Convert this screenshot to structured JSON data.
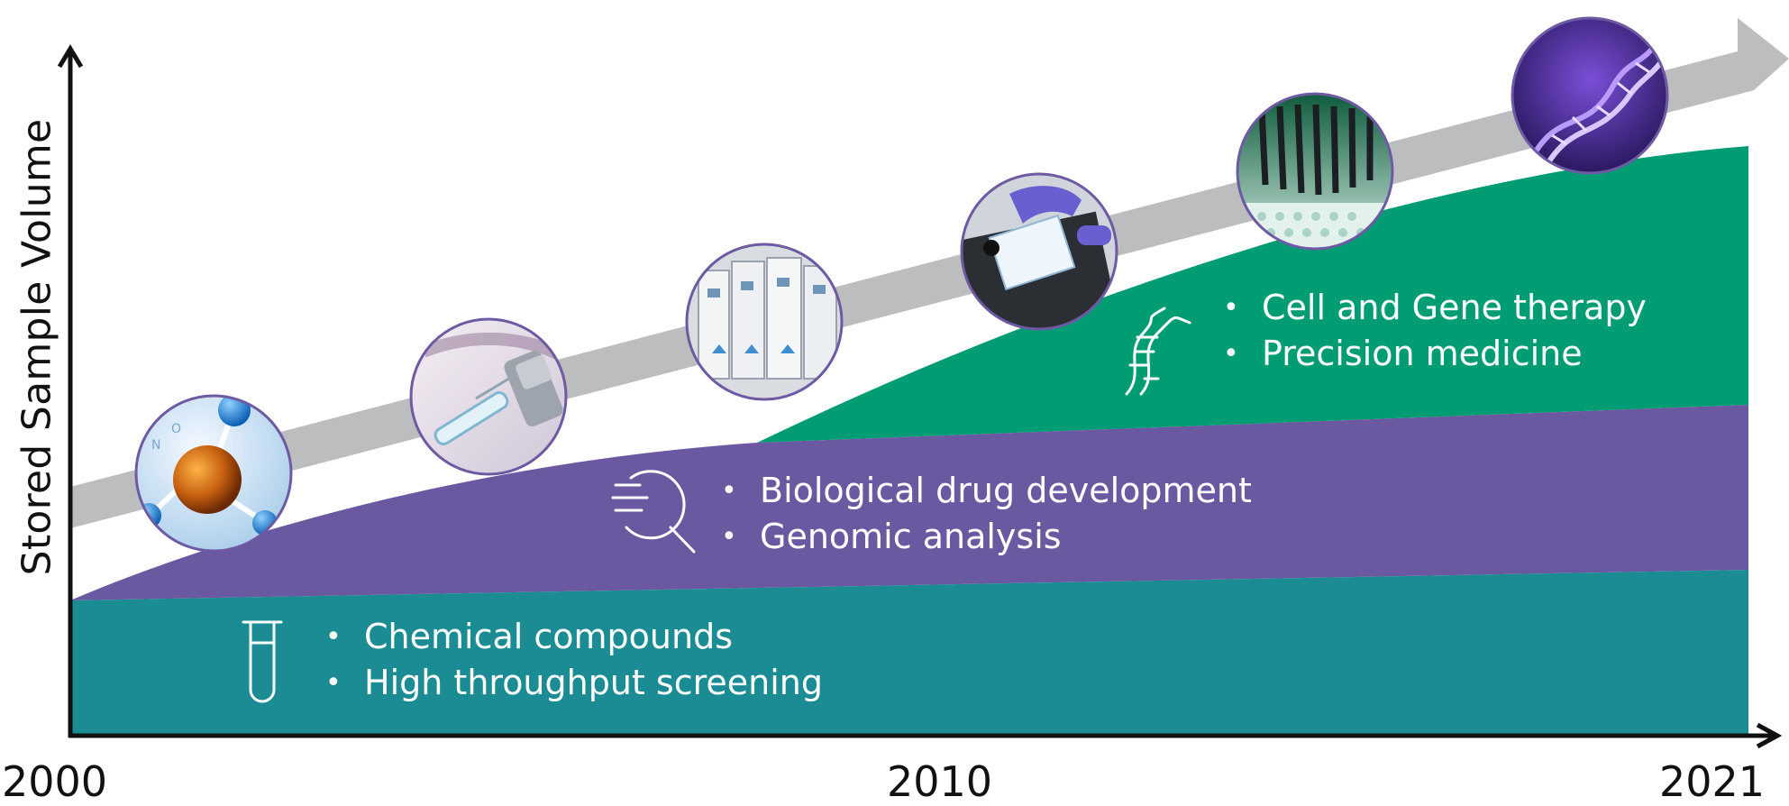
{
  "axis": {
    "y_label": "Stored Sample Volume",
    "x_ticks": [
      "2000",
      "2010",
      "2021"
    ]
  },
  "bands": [
    {
      "id": "chemical",
      "color": "#1b8c93",
      "icon": "test-tube-icon",
      "items": [
        "Chemical compounds",
        "High throughput screening"
      ]
    },
    {
      "id": "biological",
      "color": "#6a58a1",
      "icon": "magnifier-icon",
      "items": [
        "Biological drug development",
        "Genomic analysis"
      ]
    },
    {
      "id": "cell-gene",
      "color": "#009c74",
      "icon": "dna-icon",
      "items": [
        "Cell and Gene therapy",
        "Precision medicine"
      ]
    }
  ],
  "arrow_color": "#bcbdbf",
  "circle_border_color": "#6e5aa3",
  "photos": [
    {
      "name": "molecule-photo",
      "icon": "molecule-icon"
    },
    {
      "name": "vial-syringe-photo",
      "icon": "syringe-vial-icon"
    },
    {
      "name": "storage-units-photo",
      "icon": "storage-cabinet-icon"
    },
    {
      "name": "sample-rack-photo",
      "icon": "gloved-hand-rack-icon"
    },
    {
      "name": "pipette-plate-photo",
      "icon": "pipette-icon"
    },
    {
      "name": "dna-helix-photo",
      "icon": "dna-helix-icon"
    }
  ]
}
